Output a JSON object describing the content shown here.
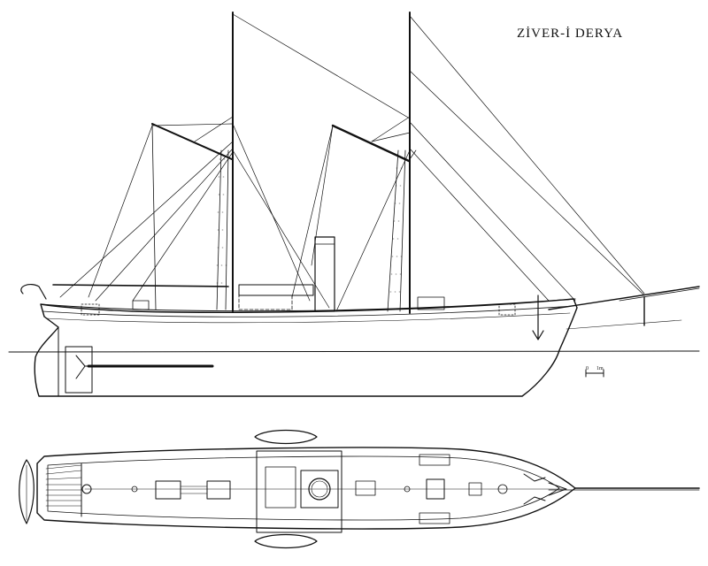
{
  "title": "ZİVER-İ DERYA",
  "scale_bar": {
    "start": "0",
    "end": "1m"
  },
  "colors": {
    "ink": "#111111",
    "paper": "#ffffff"
  },
  "views": [
    "side-elevation",
    "deck-plan"
  ]
}
